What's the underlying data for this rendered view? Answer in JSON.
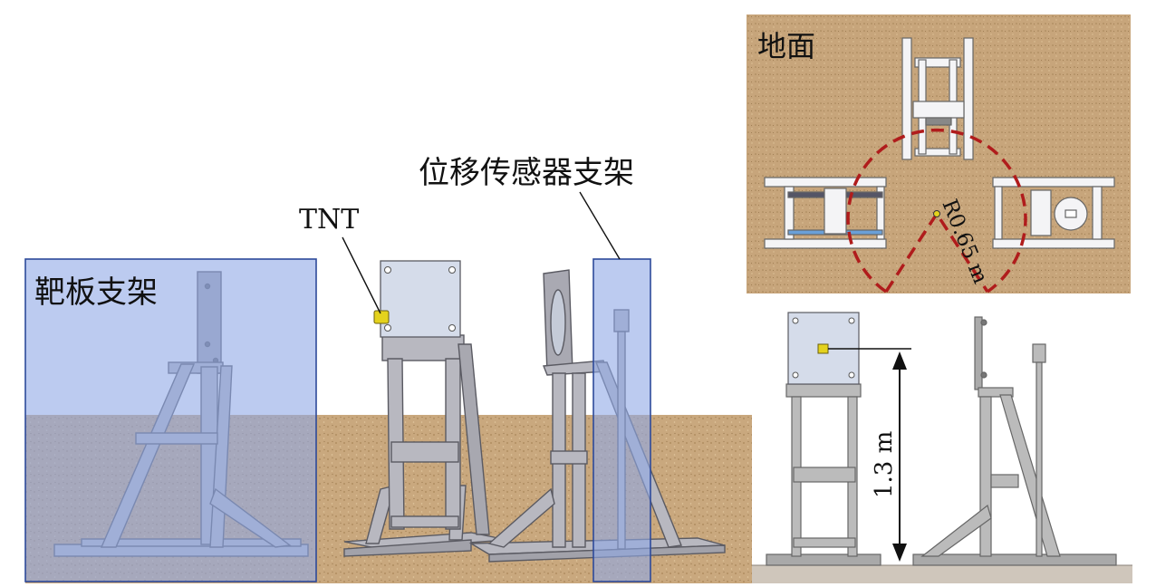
{
  "labels": {
    "target_frame": "靶板支架",
    "tnt": "TNT",
    "sensor_frame": "位移传感器支架",
    "ground": "地面",
    "radius": "R0.65 m",
    "height": "1.3 m"
  },
  "colors": {
    "sand": "#c9a87e",
    "ground_panel": "#c7a57b",
    "overlay_fill": "#8fa8e6",
    "overlay_border": "#2d4a9a",
    "steel": "#b8b8c0",
    "steel_edge": "#5a5a62",
    "plate": "#d5dcea",
    "tnt": "#e4d21d",
    "circle": "#b01c1c",
    "front_ground": "#cfc6bb"
  },
  "icons": {
    "explosive": "tnt-charge-icon",
    "dimension": "dimension-arrow-icon"
  }
}
